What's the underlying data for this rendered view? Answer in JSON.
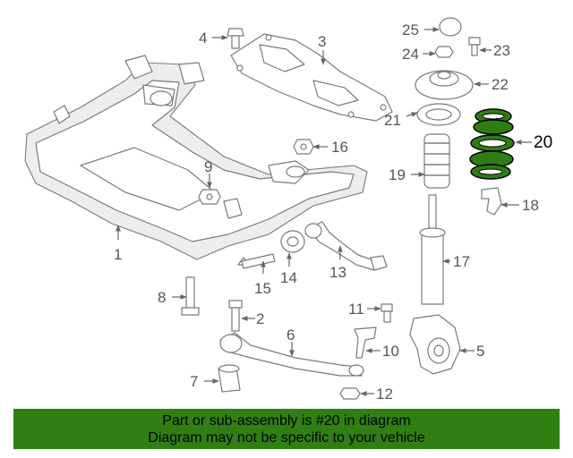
{
  "diagram": {
    "highlighted_part": "20",
    "highlight_color": "#2e7d12",
    "callouts": [
      "1",
      "2",
      "3",
      "4",
      "5",
      "6",
      "7",
      "8",
      "9",
      "10",
      "11",
      "12",
      "13",
      "14",
      "15",
      "16",
      "17",
      "18",
      "19",
      "20",
      "21",
      "22",
      "23",
      "24",
      "25"
    ]
  },
  "banner": {
    "line1": "Part or sub-assembly is #20 in diagram",
    "line2": "Diagram may not be specific to your vehicle",
    "background": "#2f7f12"
  }
}
